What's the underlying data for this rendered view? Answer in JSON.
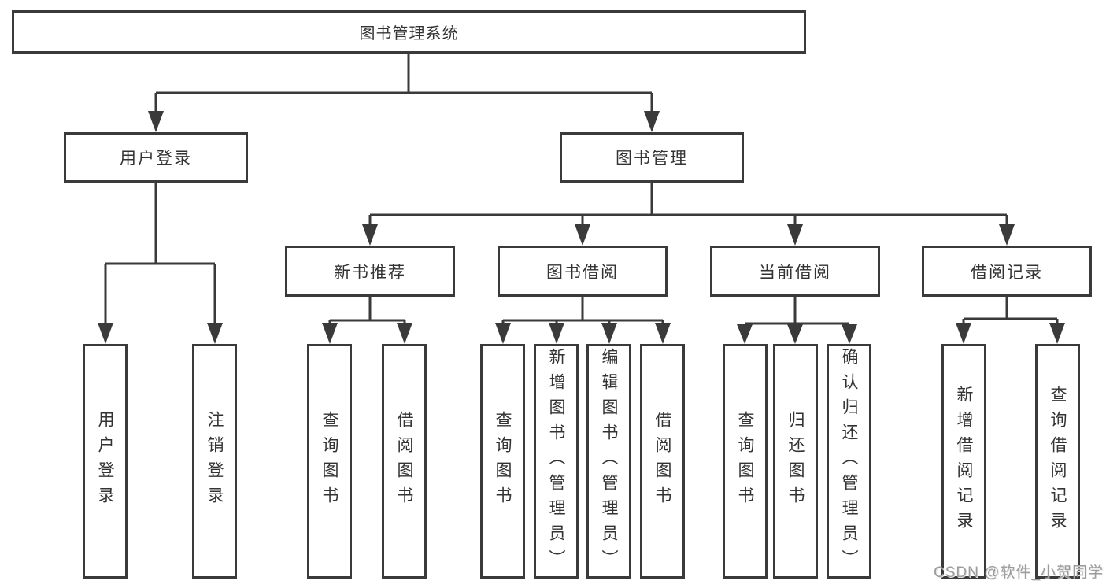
{
  "diagram": {
    "nodes": {
      "root": "图书管理系统",
      "userLogin": "用户登录",
      "bookManagement": "图书管理",
      "newBookRecommend": "新书推荐",
      "bookBorrow": "图书借阅",
      "currentBorrow": "当前借阅",
      "borrowRecord": "借阅记录",
      "leafUserLogin": "用户登录",
      "leafLogout": "注销登录",
      "leafQueryBookA": "查询图书",
      "leafBorrowBookA": "借阅图书",
      "leafQueryBookB": "查询图书",
      "leafAddBook": "新增图书（管理员）",
      "leafEditBook": "编辑图书（管理员）",
      "leafBorrowBookB": "借阅图书",
      "leafQueryBookC": "查询图书",
      "leafReturnBook": "归还图书",
      "leafConfirmReturn": "确认归还（管理员）",
      "leafAddBorrowRecord": "新增借阅记录",
      "leafQueryBorrowRecord": "查询借阅记录"
    },
    "colors": {
      "line": "#3a3a3a",
      "text": "#333333",
      "background": "#ffffff",
      "watermark": "#9c9c9c"
    }
  },
  "watermark": {
    "text": "CSDN @软件_小贺同学"
  }
}
